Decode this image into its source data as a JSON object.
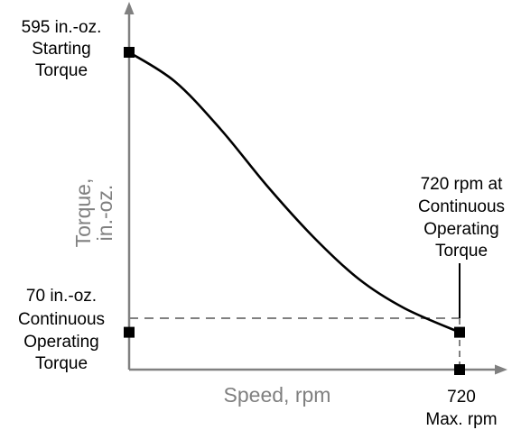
{
  "colors": {
    "axis": "#808080",
    "curve": "#000000",
    "markers": "#000000",
    "dashed": "#808080",
    "background": "#ffffff"
  },
  "chart_data": {
    "type": "line",
    "title": "",
    "xlabel": "Speed, rpm",
    "ylabel_lines": [
      "Torque,",
      "in.-oz."
    ],
    "xlim": [
      0,
      720
    ],
    "ylim": [
      0,
      595
    ],
    "grid": false,
    "series": [
      {
        "x": [
          0,
          100,
          200,
          300,
          400,
          500,
          600,
          720
        ],
        "y": [
          595,
          540,
          450,
          345,
          250,
          170,
          115,
          70
        ]
      }
    ],
    "points": [
      {
        "x": 0,
        "y": 595
      },
      {
        "x": 0,
        "y": 70
      },
      {
        "x": 720,
        "y": 70
      },
      {
        "x": 720,
        "y": 0
      }
    ],
    "annotations": {
      "starting_torque": [
        "595 in.-oz.",
        "Starting",
        "Torque"
      ],
      "continuous_torque": [
        "70 in.-oz.",
        "Continuous",
        "Operating",
        "Torque"
      ],
      "rpm_at_continuous": [
        "720 rpm at",
        "Continuous",
        "Operating",
        "Torque"
      ],
      "max_rpm": [
        "720",
        "Max. rpm"
      ]
    }
  }
}
